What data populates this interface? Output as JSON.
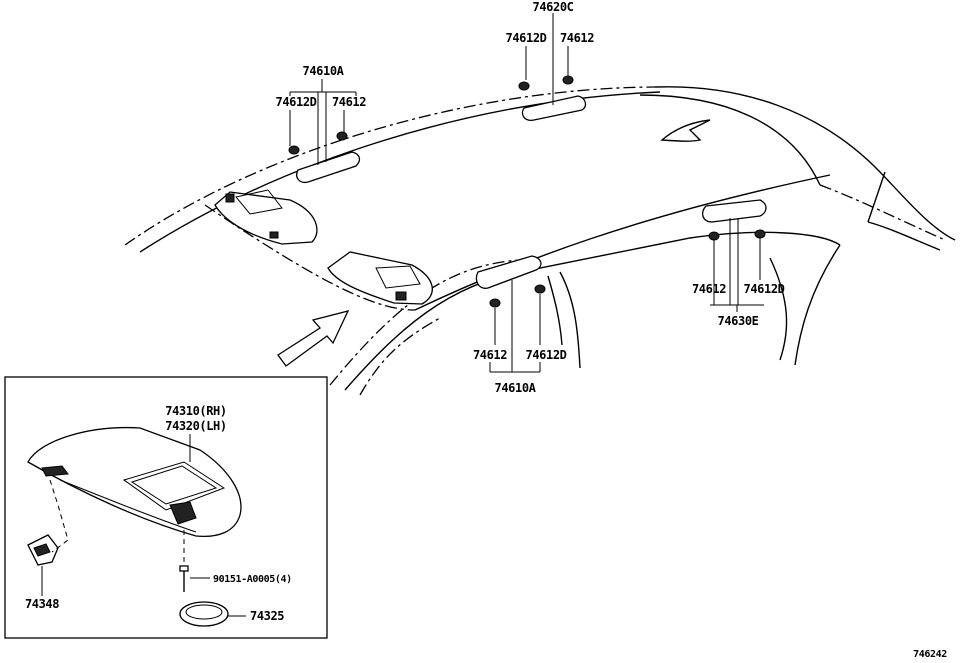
{
  "labels": {
    "top_clip_group": "74620C",
    "top_clip_left": "74612D",
    "top_clip_right": "74612",
    "left_grip_group": "74610A",
    "left_grip_left": "74612D",
    "left_grip_right": "74612",
    "right_rear_grip_left": "74612",
    "right_rear_grip_right": "74612D",
    "right_rear_grip_group": "74630E",
    "front_grip_left": "74612",
    "front_grip_right": "74612D",
    "front_grip_group": "74610A",
    "visor_rh": "74310(RH)",
    "visor_lh": "74320(LH)",
    "visor_holder": "74348",
    "screw": "90151-A0005(4)",
    "visor_cover": "74325",
    "diagram_id": "746242"
  }
}
